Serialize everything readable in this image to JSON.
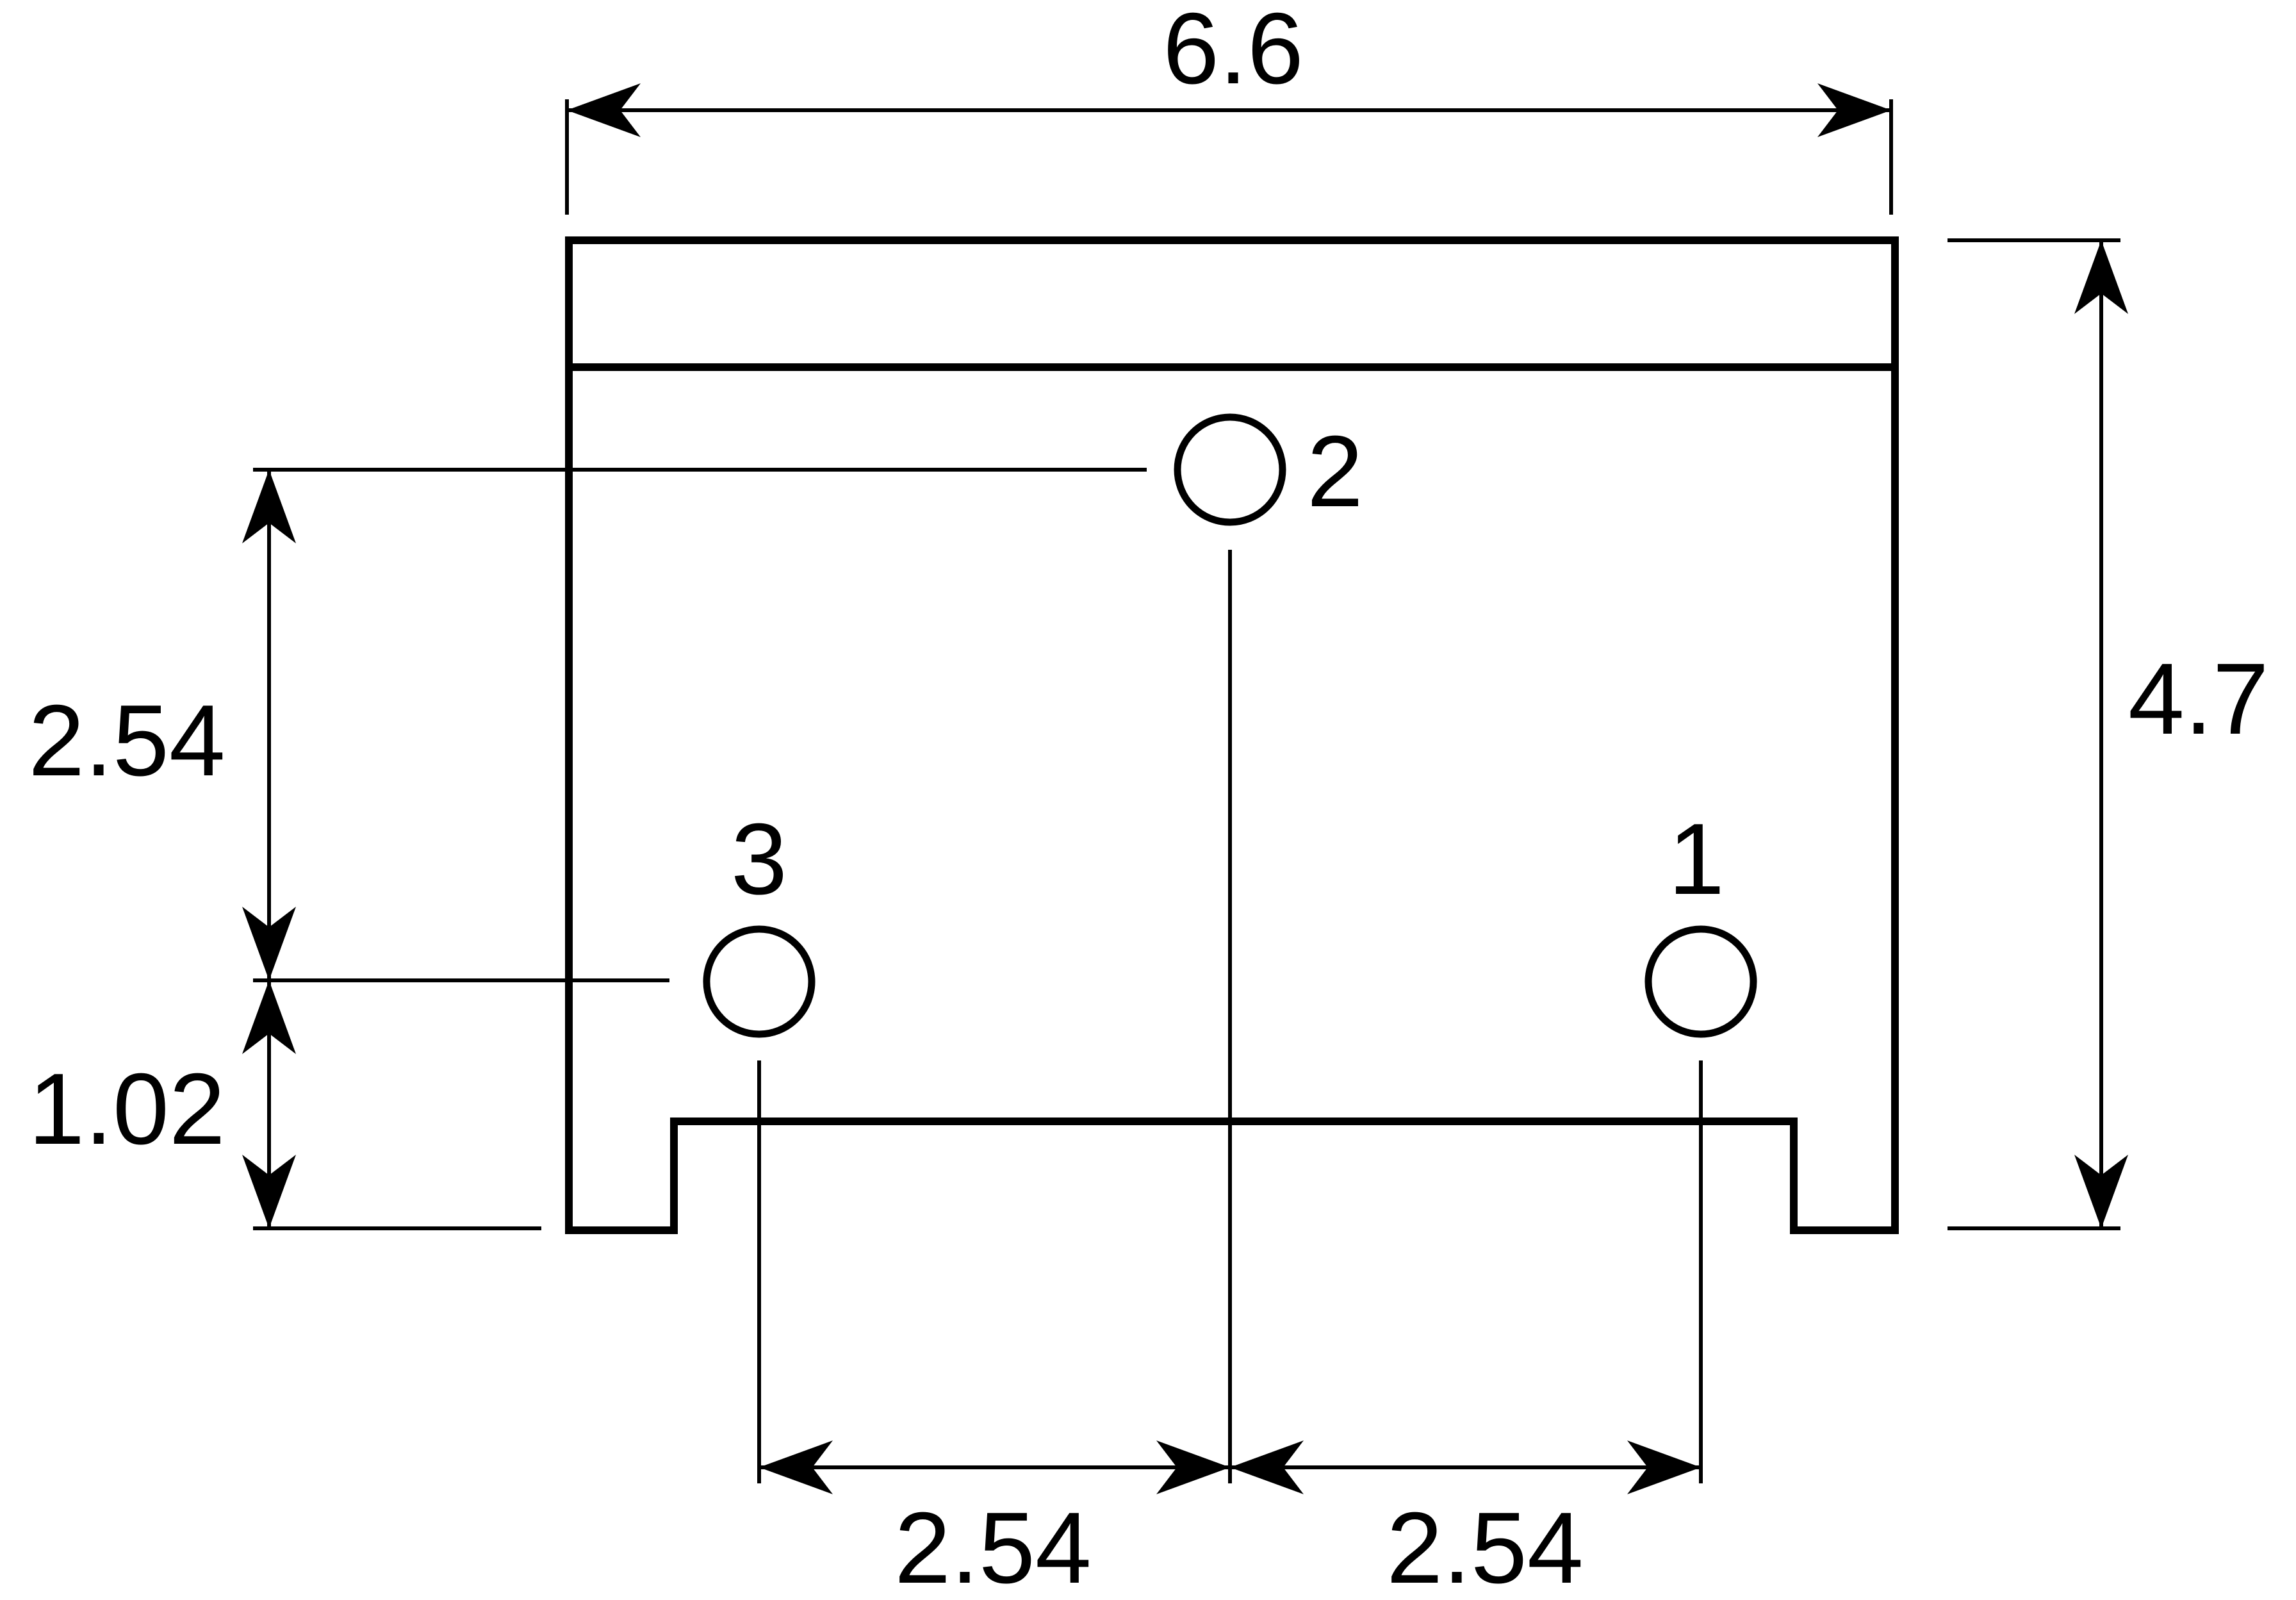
{
  "dimensions": {
    "overall_width": "6.6",
    "overall_height": "4.7",
    "pin_vertical_spacing": "2.54",
    "pin_row_to_base": "1.02",
    "pin_spacing_left": "2.54",
    "pin_spacing_right": "2.54"
  },
  "pins": {
    "pin1": "1",
    "pin2": "2",
    "pin3": "3"
  },
  "colors": {
    "ink": "#000000",
    "paper": "#ffffff"
  }
}
